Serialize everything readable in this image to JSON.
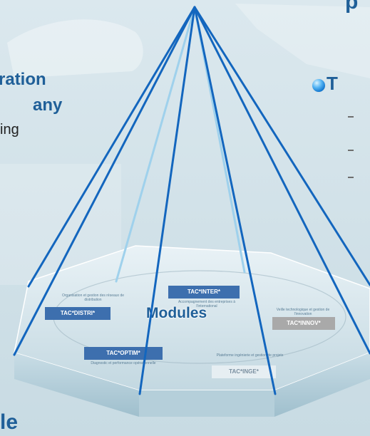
{
  "left_text": {
    "line1": "ration",
    "line2": "any",
    "line3": "ing",
    "bottom": "le",
    "top_right": "p"
  },
  "right_text": {
    "title_letter": "T"
  },
  "diagram": {
    "center_label": "Modules",
    "modules": [
      {
        "label": "TAC*INTER*",
        "desc": "Accompagnement des entreprises à l'international"
      },
      {
        "label": "TAC*DISTRI*",
        "desc": "Organisation et gestion des réseaux de distribution"
      },
      {
        "label": "TAC*INNOV*",
        "desc": "Veille technologique et gestion de l'innovation"
      },
      {
        "label": "TAC*OPTIM*",
        "desc": "Diagnostic et performance opérationnelle"
      },
      {
        "label": "TAC*INGE*",
        "desc": "Plateforme ingénierie et gestion de projets"
      }
    ]
  },
  "colors": {
    "accent": "#1f5f98",
    "line": "#1366be",
    "line_light": "#9fd1ec"
  }
}
